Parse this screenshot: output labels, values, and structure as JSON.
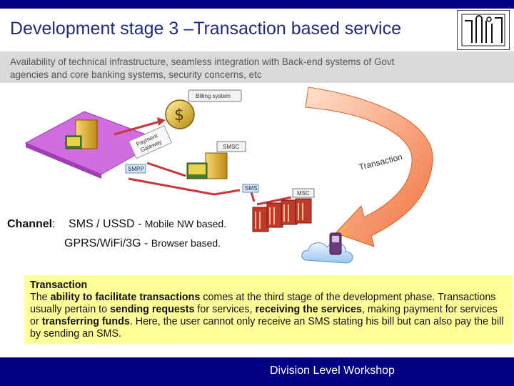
{
  "header": {
    "title": "Development stage 3 –Transaction based service"
  },
  "intro": {
    "line1": "Availability of technical infrastructure, seamless integration with Back-end systems of Govt",
    "line2": "agencies and core banking systems, security concerns, etc"
  },
  "diagram": {
    "billing_label": "Billing system",
    "payment_gateway_line1": "Payment",
    "payment_gateway_line2": "Gateway",
    "smsc_label": "SMSC",
    "smpp_label": "SMPP",
    "sms_label": "SMS",
    "msc_label": "MSC",
    "arrow_label": "Transaction"
  },
  "channel": {
    "label": "Channel",
    "colon": ":",
    "line1_a": "SMS / USSD -",
    "line1_b": "Mobile NW based.",
    "line2_a": "GPRS/WiFi/3G -",
    "line2_b": "Browser based."
  },
  "box": {
    "heading": "Transaction",
    "p1": "The ",
    "p1_bold": "ability to facilitate transactions",
    "p2": " comes at the third stage of the development phase. Transactions usually pertain to ",
    "p2_bold": "sending requests",
    "p3": " for services, ",
    "p3_bold": "receiving the services",
    "p4": ", making payment for services or ",
    "p4_bold": "transferring funds",
    "p5": ". Here, the user cannot only receive an SMS stating his bill but can also pay the bill by sending an SMS."
  },
  "footer": {
    "text": "Division Level Workshop"
  }
}
